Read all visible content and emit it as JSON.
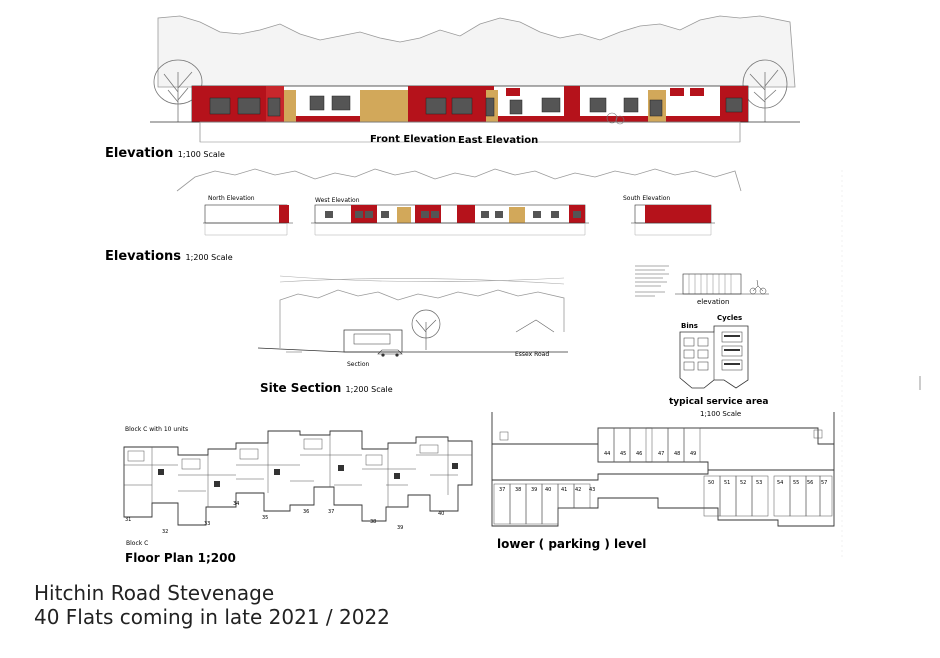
{
  "labels": {
    "front_elevation": "Front Elevation",
    "east_elevation": "East Elevation",
    "elevation_title": "Elevation",
    "elevation_scale": "1;100 Scale",
    "north_elevation": "North Elevation",
    "west_elevation": "West Elevation",
    "south_elevation": "South Elevation",
    "elevations_title": "Elevations",
    "elevations_scale": "1;200 Scale",
    "section_small": "Section",
    "essex_road": "Essex Road",
    "site_section_title": "Site Section",
    "site_section_scale": "1;200 Scale",
    "service_elevation": "elevation",
    "bins": "Bins",
    "cycles": "Cycles",
    "typical_service": "typical service area",
    "typical_service_scale": "1;100 Scale",
    "block_c_units": "Block C  with 10 units",
    "block_c": "Block C",
    "floor_plan": "Floor Plan 1;200",
    "lower_level": "lower ( parking ) level"
  },
  "parking_bays": {
    "upper_row": [
      "44",
      "45",
      "46",
      "47",
      "48",
      "49"
    ],
    "lower_left_row": [
      "37",
      "38",
      "39",
      "40",
      "41",
      "42",
      "43"
    ],
    "lower_right_row": [
      "50",
      "51",
      "52",
      "53",
      "54",
      "55",
      "56",
      "57"
    ]
  },
  "plan_unit_numbers": [
    "31",
    "32",
    "33",
    "34",
    "35",
    "36",
    "37",
    "38",
    "39",
    "40"
  ],
  "caption": {
    "line1": "Hitchin Road Stevenage",
    "line2": "40 Flats coming in late 2021 / 2022"
  },
  "colors": {
    "red_cladding": "#b5121b",
    "timber": "#d2a85a",
    "tree_line": "#9a9a9a"
  }
}
